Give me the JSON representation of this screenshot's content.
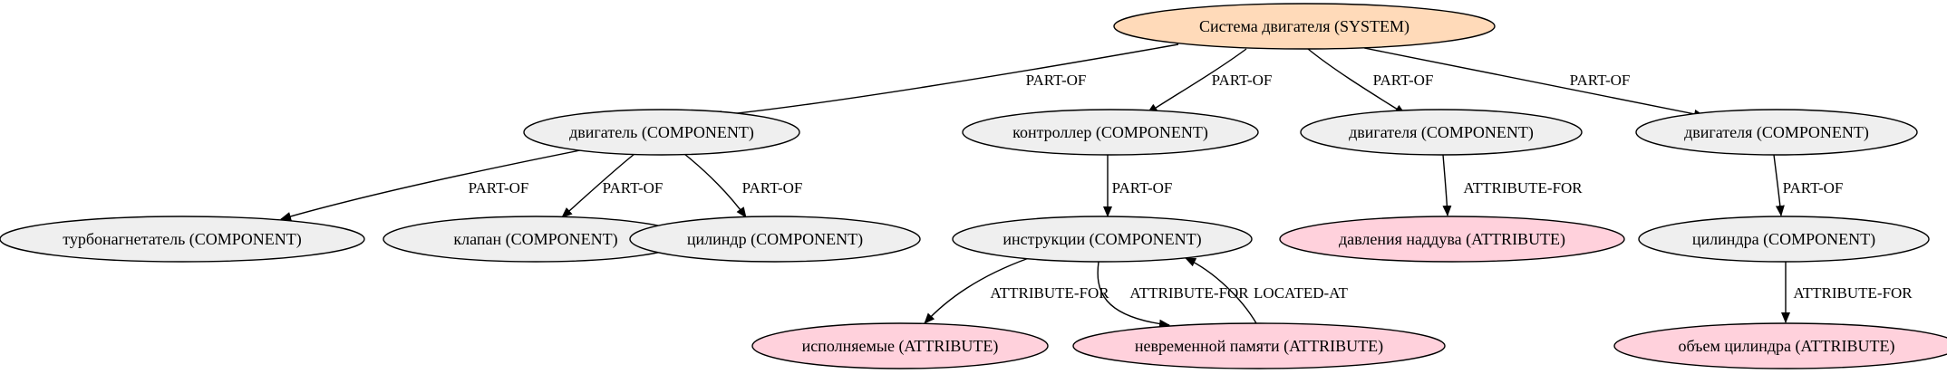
{
  "colors": {
    "system": "#ffdab9",
    "component": "#efefef",
    "attribute": "#ffd1dc",
    "stroke": "#000000"
  },
  "nodes": {
    "system": {
      "label": "Система двигателя (SYSTEM)",
      "kind": "system"
    },
    "engine": {
      "label": "двигатель (COMPONENT)",
      "kind": "component"
    },
    "controller": {
      "label": "контроллер (COMPONENT)",
      "kind": "component"
    },
    "engine2": {
      "label": "двигателя (COMPONENT)",
      "kind": "component"
    },
    "engine3": {
      "label": "двигателя (COMPONENT)",
      "kind": "component"
    },
    "turbo": {
      "label": "турбонагнетатель (COMPONENT)",
      "kind": "component"
    },
    "valve": {
      "label": "клапан (COMPONENT)",
      "kind": "component"
    },
    "cylinder": {
      "label": "цилиндр (COMPONENT)",
      "kind": "component"
    },
    "instructions": {
      "label": "инструкции (COMPONENT)",
      "kind": "component"
    },
    "boost": {
      "label": "давления наддува (ATTRIBUTE)",
      "kind": "attribute"
    },
    "cylinders": {
      "label": "цилиндра (COMPONENT)",
      "kind": "component"
    },
    "executable": {
      "label": "исполняемые (ATTRIBUTE)",
      "kind": "attribute"
    },
    "memory": {
      "label": "невременной памяти (ATTRIBUTE)",
      "kind": "attribute"
    },
    "volume": {
      "label": "объем цилиндра (ATTRIBUTE)",
      "kind": "attribute"
    }
  },
  "edges": [
    {
      "from": "system",
      "to": "engine",
      "label": "PART-OF"
    },
    {
      "from": "system",
      "to": "controller",
      "label": "PART-OF"
    },
    {
      "from": "system",
      "to": "engine2",
      "label": "PART-OF"
    },
    {
      "from": "system",
      "to": "engine3",
      "label": "PART-OF"
    },
    {
      "from": "engine",
      "to": "turbo",
      "label": "PART-OF"
    },
    {
      "from": "engine",
      "to": "valve",
      "label": "PART-OF"
    },
    {
      "from": "engine",
      "to": "cylinder",
      "label": "PART-OF"
    },
    {
      "from": "controller",
      "to": "instructions",
      "label": "PART-OF"
    },
    {
      "from": "engine2",
      "to": "boost",
      "label": "ATTRIBUTE-FOR"
    },
    {
      "from": "engine3",
      "to": "cylinders",
      "label": "PART-OF"
    },
    {
      "from": "instructions",
      "to": "executable",
      "label": "ATTRIBUTE-FOR"
    },
    {
      "from": "instructions",
      "to": "memory",
      "label": "ATTRIBUTE-FOR"
    },
    {
      "from": "memory",
      "to": "instructions",
      "label": "LOCATED-AT"
    },
    {
      "from": "cylinders",
      "to": "volume",
      "label": "ATTRIBUTE-FOR"
    }
  ]
}
